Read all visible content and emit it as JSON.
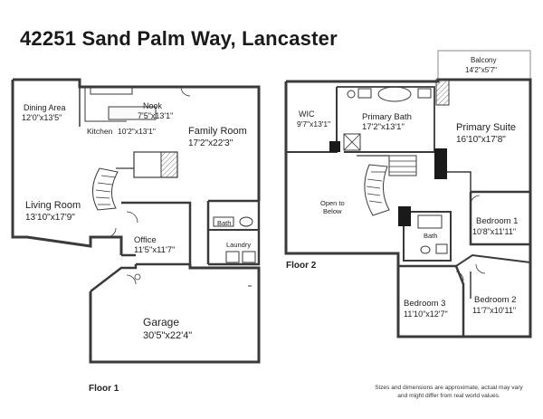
{
  "title": "42251 Sand Palm Way, Lancaster",
  "floor1": {
    "label": "Floor 1",
    "rooms": {
      "dining": {
        "name": "Dining Area",
        "dims": "12'0\"x13'5\""
      },
      "nook": {
        "name": "Nook",
        "dims": "7'5\"x13'1\""
      },
      "kitchen": {
        "name": "Kitchen",
        "dims": "10'2\"x13'1\""
      },
      "family": {
        "name": "Family Room",
        "dims": "17'2\"x22'3\""
      },
      "living": {
        "name": "Living Room",
        "dims": "13'10\"x17'9\""
      },
      "office": {
        "name": "Office",
        "dims": "11'5\"x11'7\""
      },
      "bath": {
        "name": "Bath"
      },
      "laundry": {
        "name": "Laundry"
      },
      "garage": {
        "name": "Garage",
        "dims": "30'5\"x22'4\""
      }
    }
  },
  "floor2": {
    "label": "Floor 2",
    "rooms": {
      "balcony": {
        "name": "Balcony",
        "dims": "14'2\"x5'7\""
      },
      "wic": {
        "name": "WIC",
        "dims": "9'7\"x13'1\""
      },
      "primary_bath": {
        "name": "Primary Bath",
        "dims": "17'2\"x13'1\""
      },
      "primary_suite": {
        "name": "Primary Suite",
        "dims": "16'10\"x17'8\""
      },
      "open_to_below": {
        "line1": "Open to",
        "line2": "Below"
      },
      "bedroom1": {
        "name": "Bedroom 1",
        "dims": "10'8\"x11'11\""
      },
      "bath": {
        "name": "Bath"
      },
      "bedroom3": {
        "name": "Bedroom 3",
        "dims": "11'10\"x12'7\""
      },
      "bedroom2": {
        "name": "Bedroom 2",
        "dims": "11'7\"x10'11\""
      }
    }
  },
  "disclaimer": {
    "line1": "Sizes and dimensions are approximate, actual may vary",
    "line2": "and might differ from real world values."
  }
}
